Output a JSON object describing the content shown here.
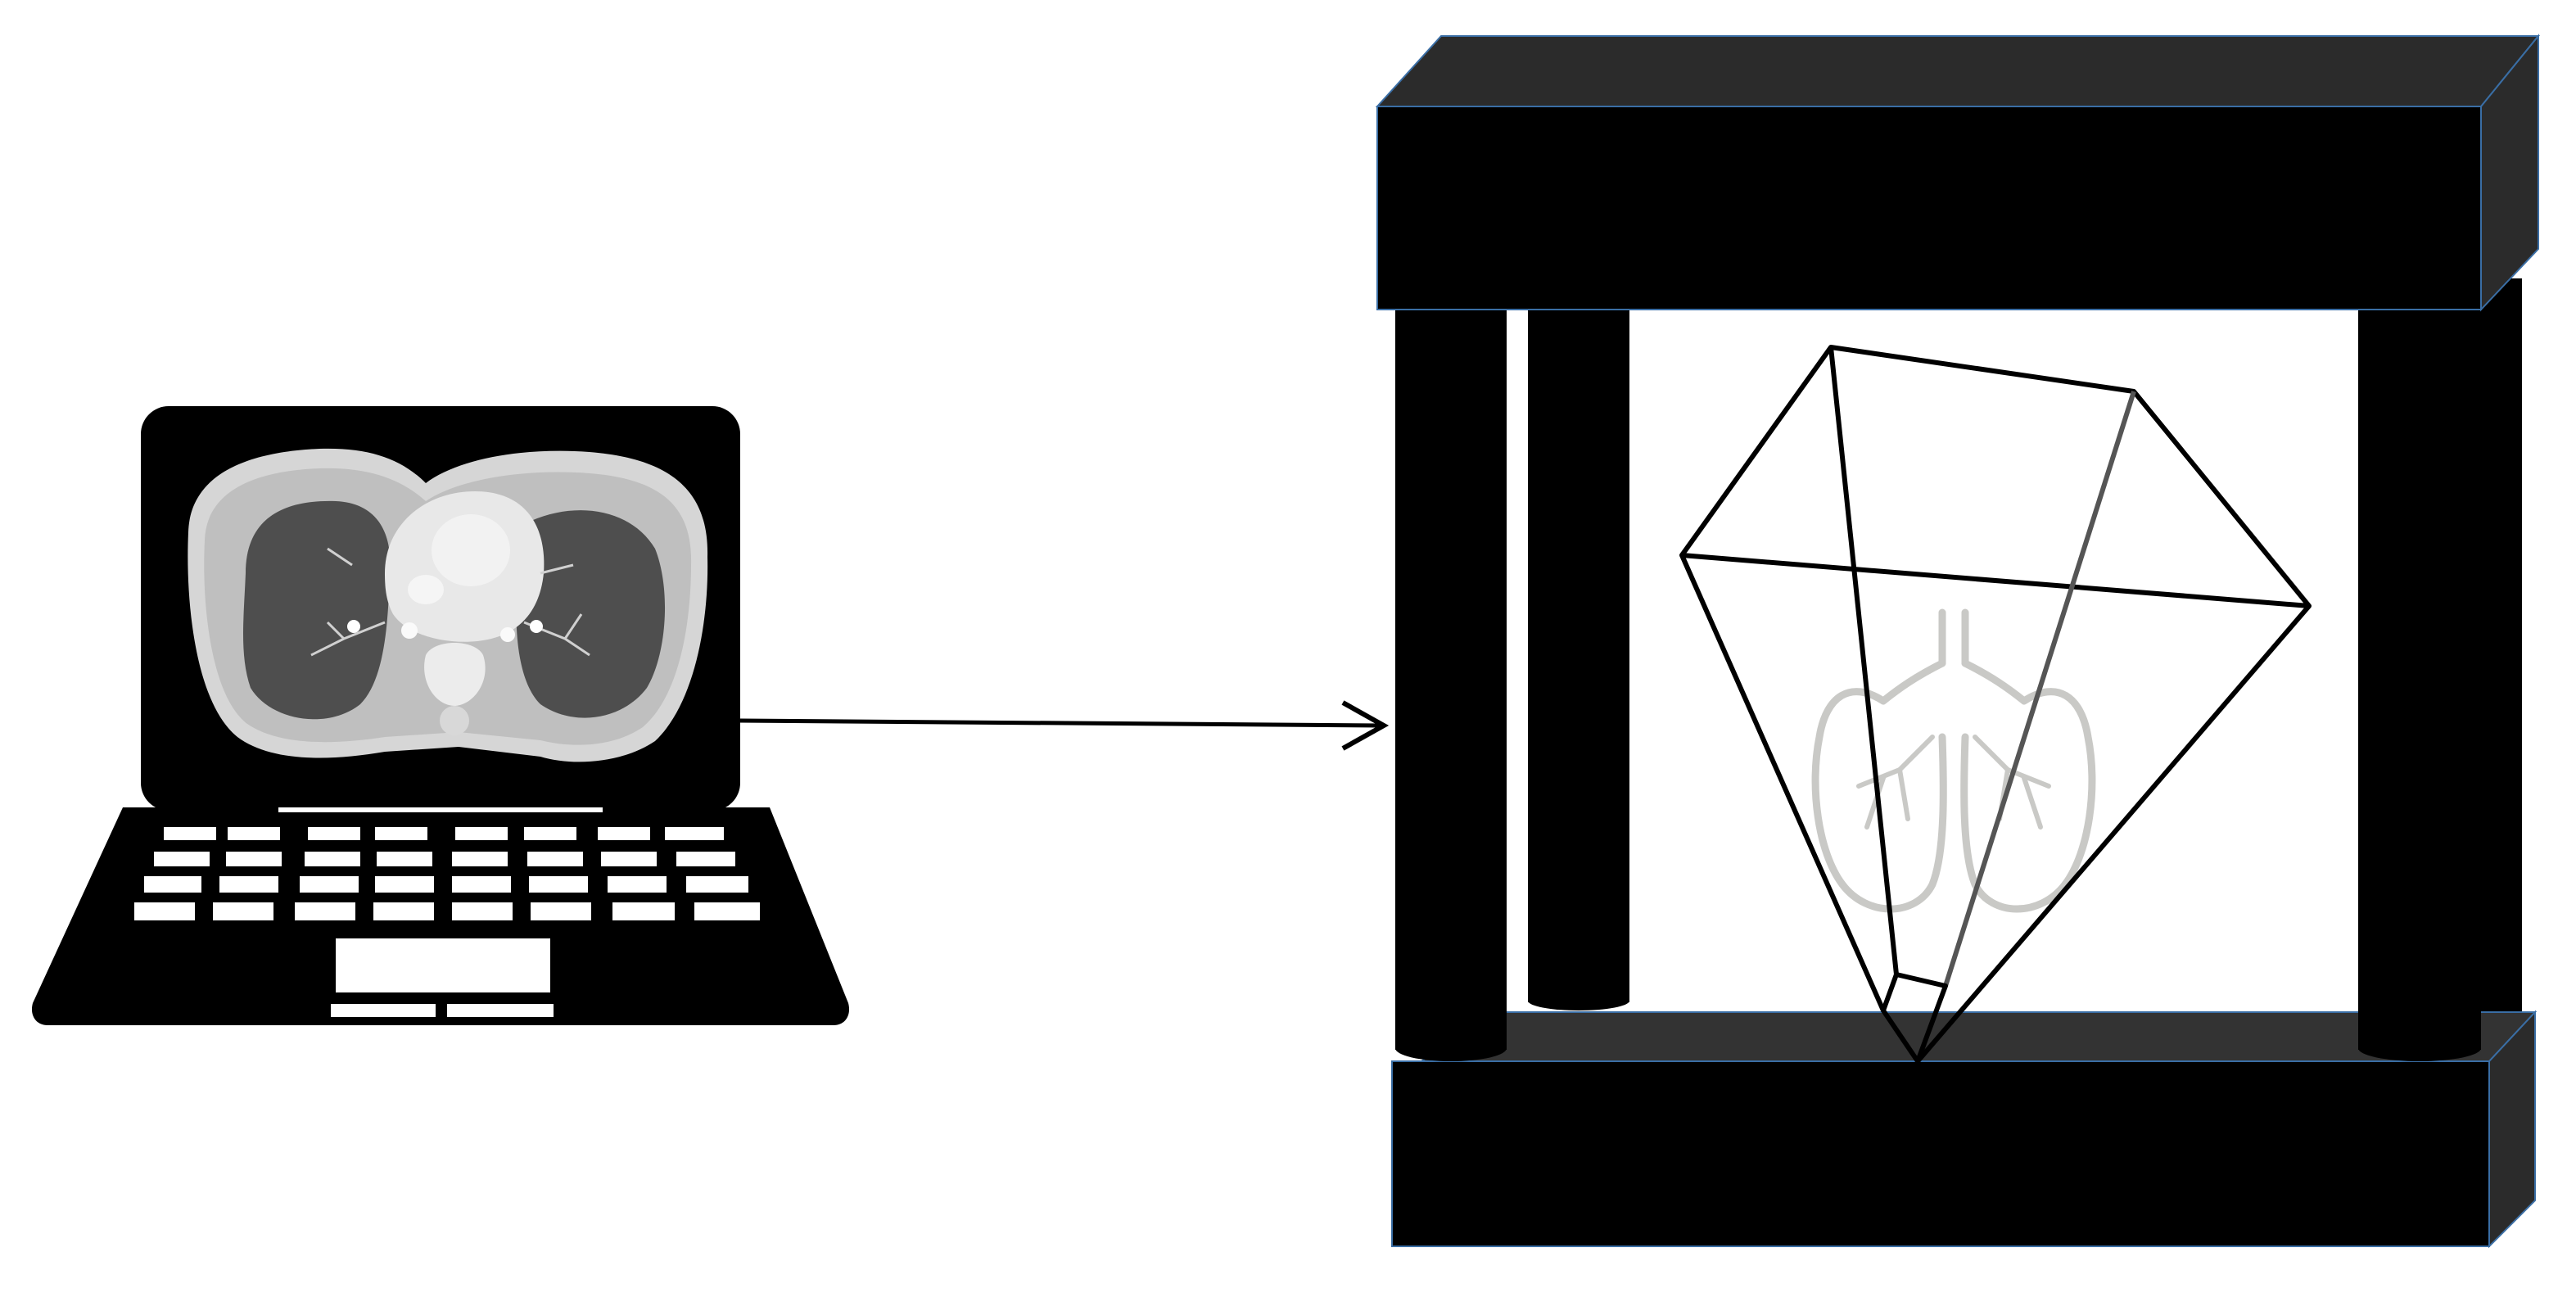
{
  "diagram": {
    "nodes": [
      {
        "id": "laptop",
        "icon": "laptop-icon",
        "screen_content": "ct-scan-chest-axial-image"
      },
      {
        "id": "hologram-display",
        "icon": "holographic-pyramid-frame-icon",
        "projection_content": "lungs-icon"
      }
    ],
    "edges": [
      {
        "from": "laptop",
        "to": "hologram-display",
        "style": "arrow"
      }
    ]
  },
  "colors": {
    "background": "#ffffff",
    "frame_black": "#000000",
    "frame_side": "#2b2b2b",
    "frame_edge": "#3a6ea5",
    "ct_body": "#d4d4d4",
    "ct_lung": "#505050",
    "lungs_outline": "#c9c9c6"
  }
}
